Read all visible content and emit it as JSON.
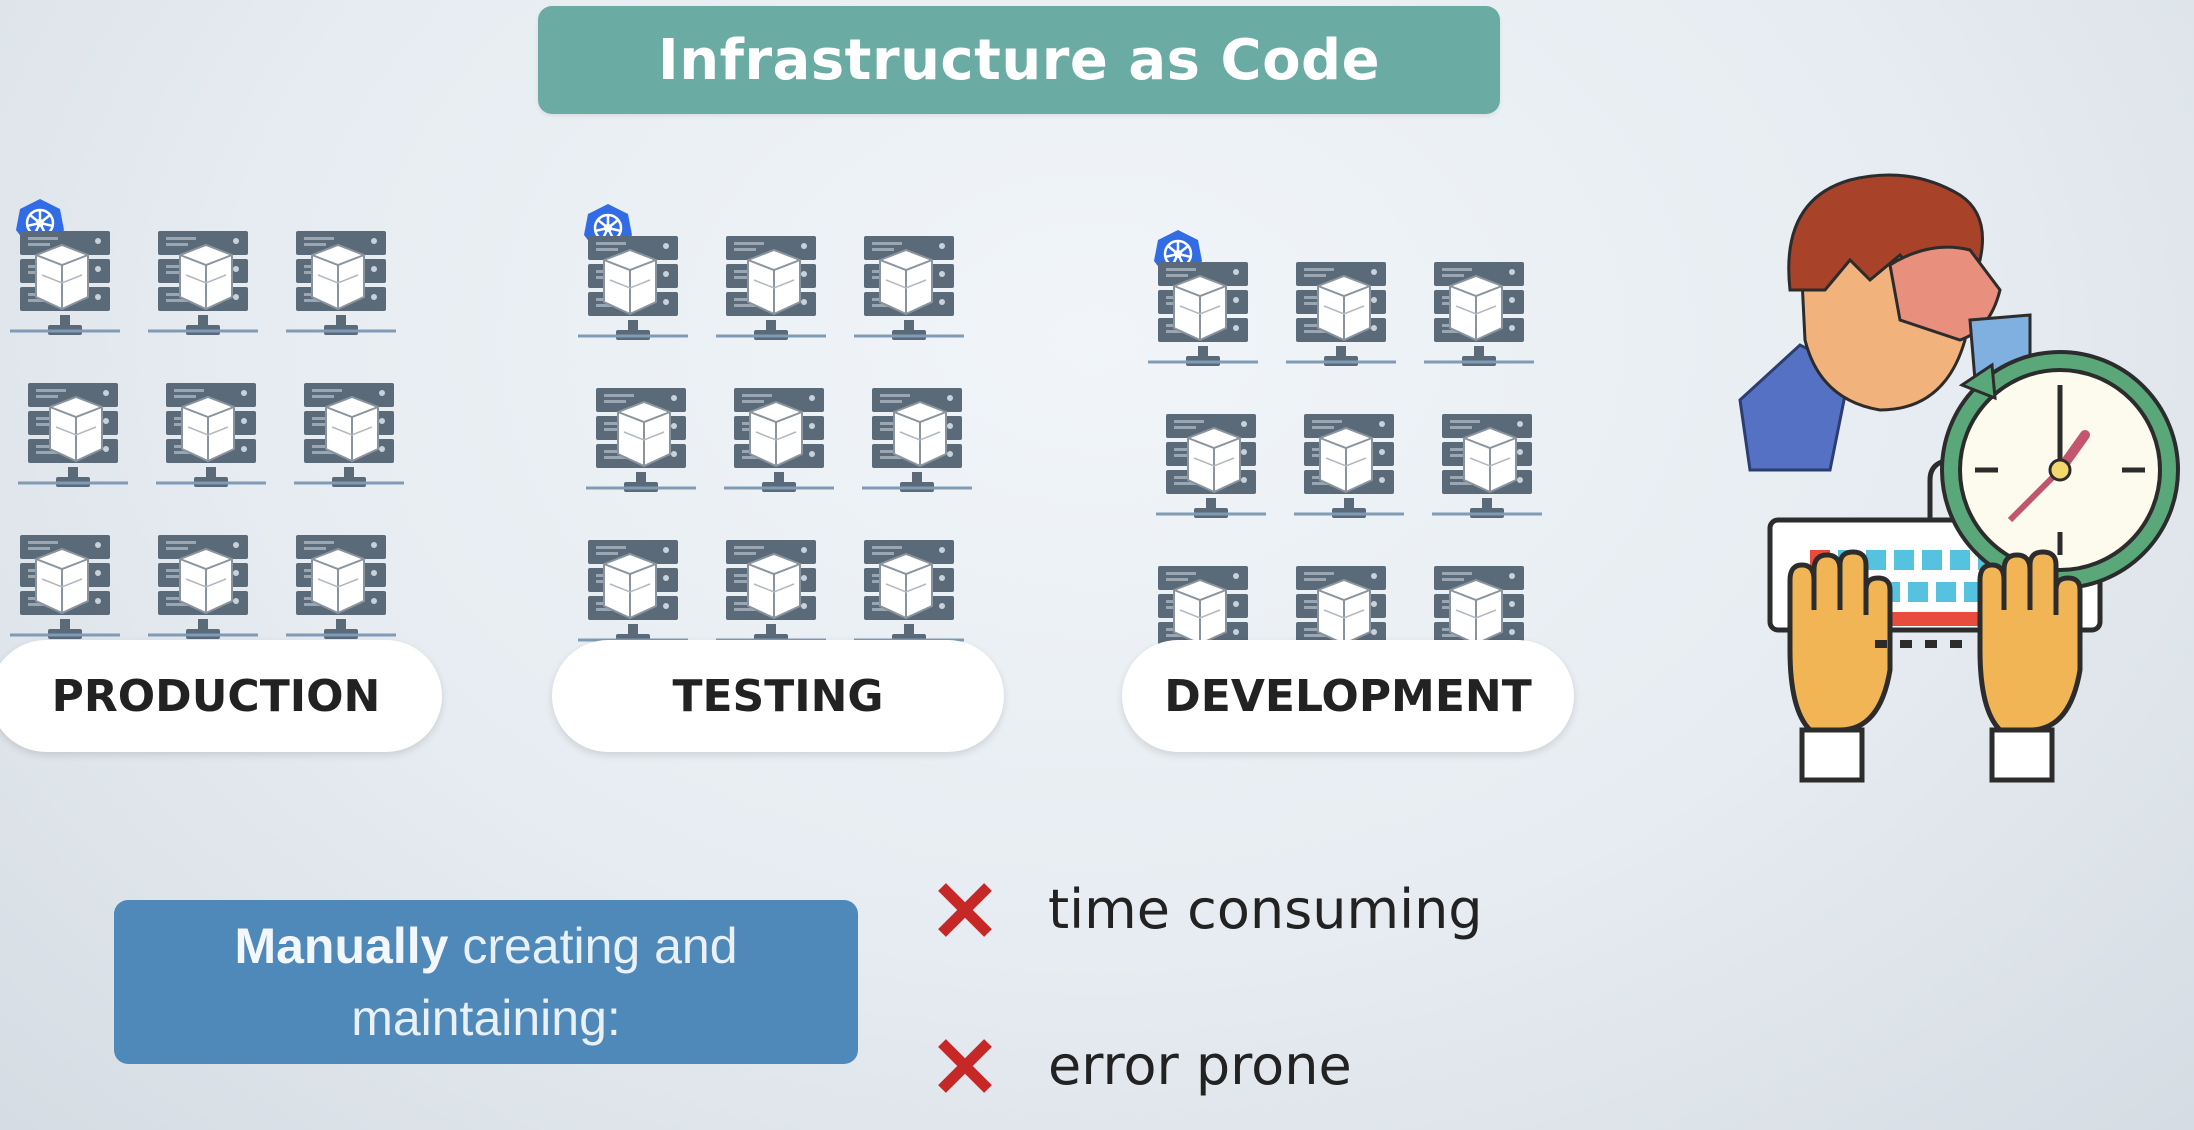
{
  "slide": {
    "title": "Infrastructure as Code"
  },
  "environments": [
    {
      "label": "PRODUCTION",
      "server_count": 9
    },
    {
      "label": "TESTING",
      "server_count": 9
    },
    {
      "label": "DEVELOPMENT",
      "server_count": 9
    }
  ],
  "manual_box": {
    "bold": "Manually",
    "line1_rest": " creating and",
    "line2": "maintaining:"
  },
  "cons": [
    {
      "icon": "red-x-icon",
      "text": "time consuming"
    },
    {
      "icon": "red-x-icon",
      "text": "error prone"
    }
  ],
  "colors": {
    "title_banner": "#6aaba3",
    "manual_box": "#4f89ba",
    "server": "#5b6a79",
    "kubernetes": "#326ce5",
    "cross": "#c62828",
    "clock_ring": "#5aa87a"
  }
}
